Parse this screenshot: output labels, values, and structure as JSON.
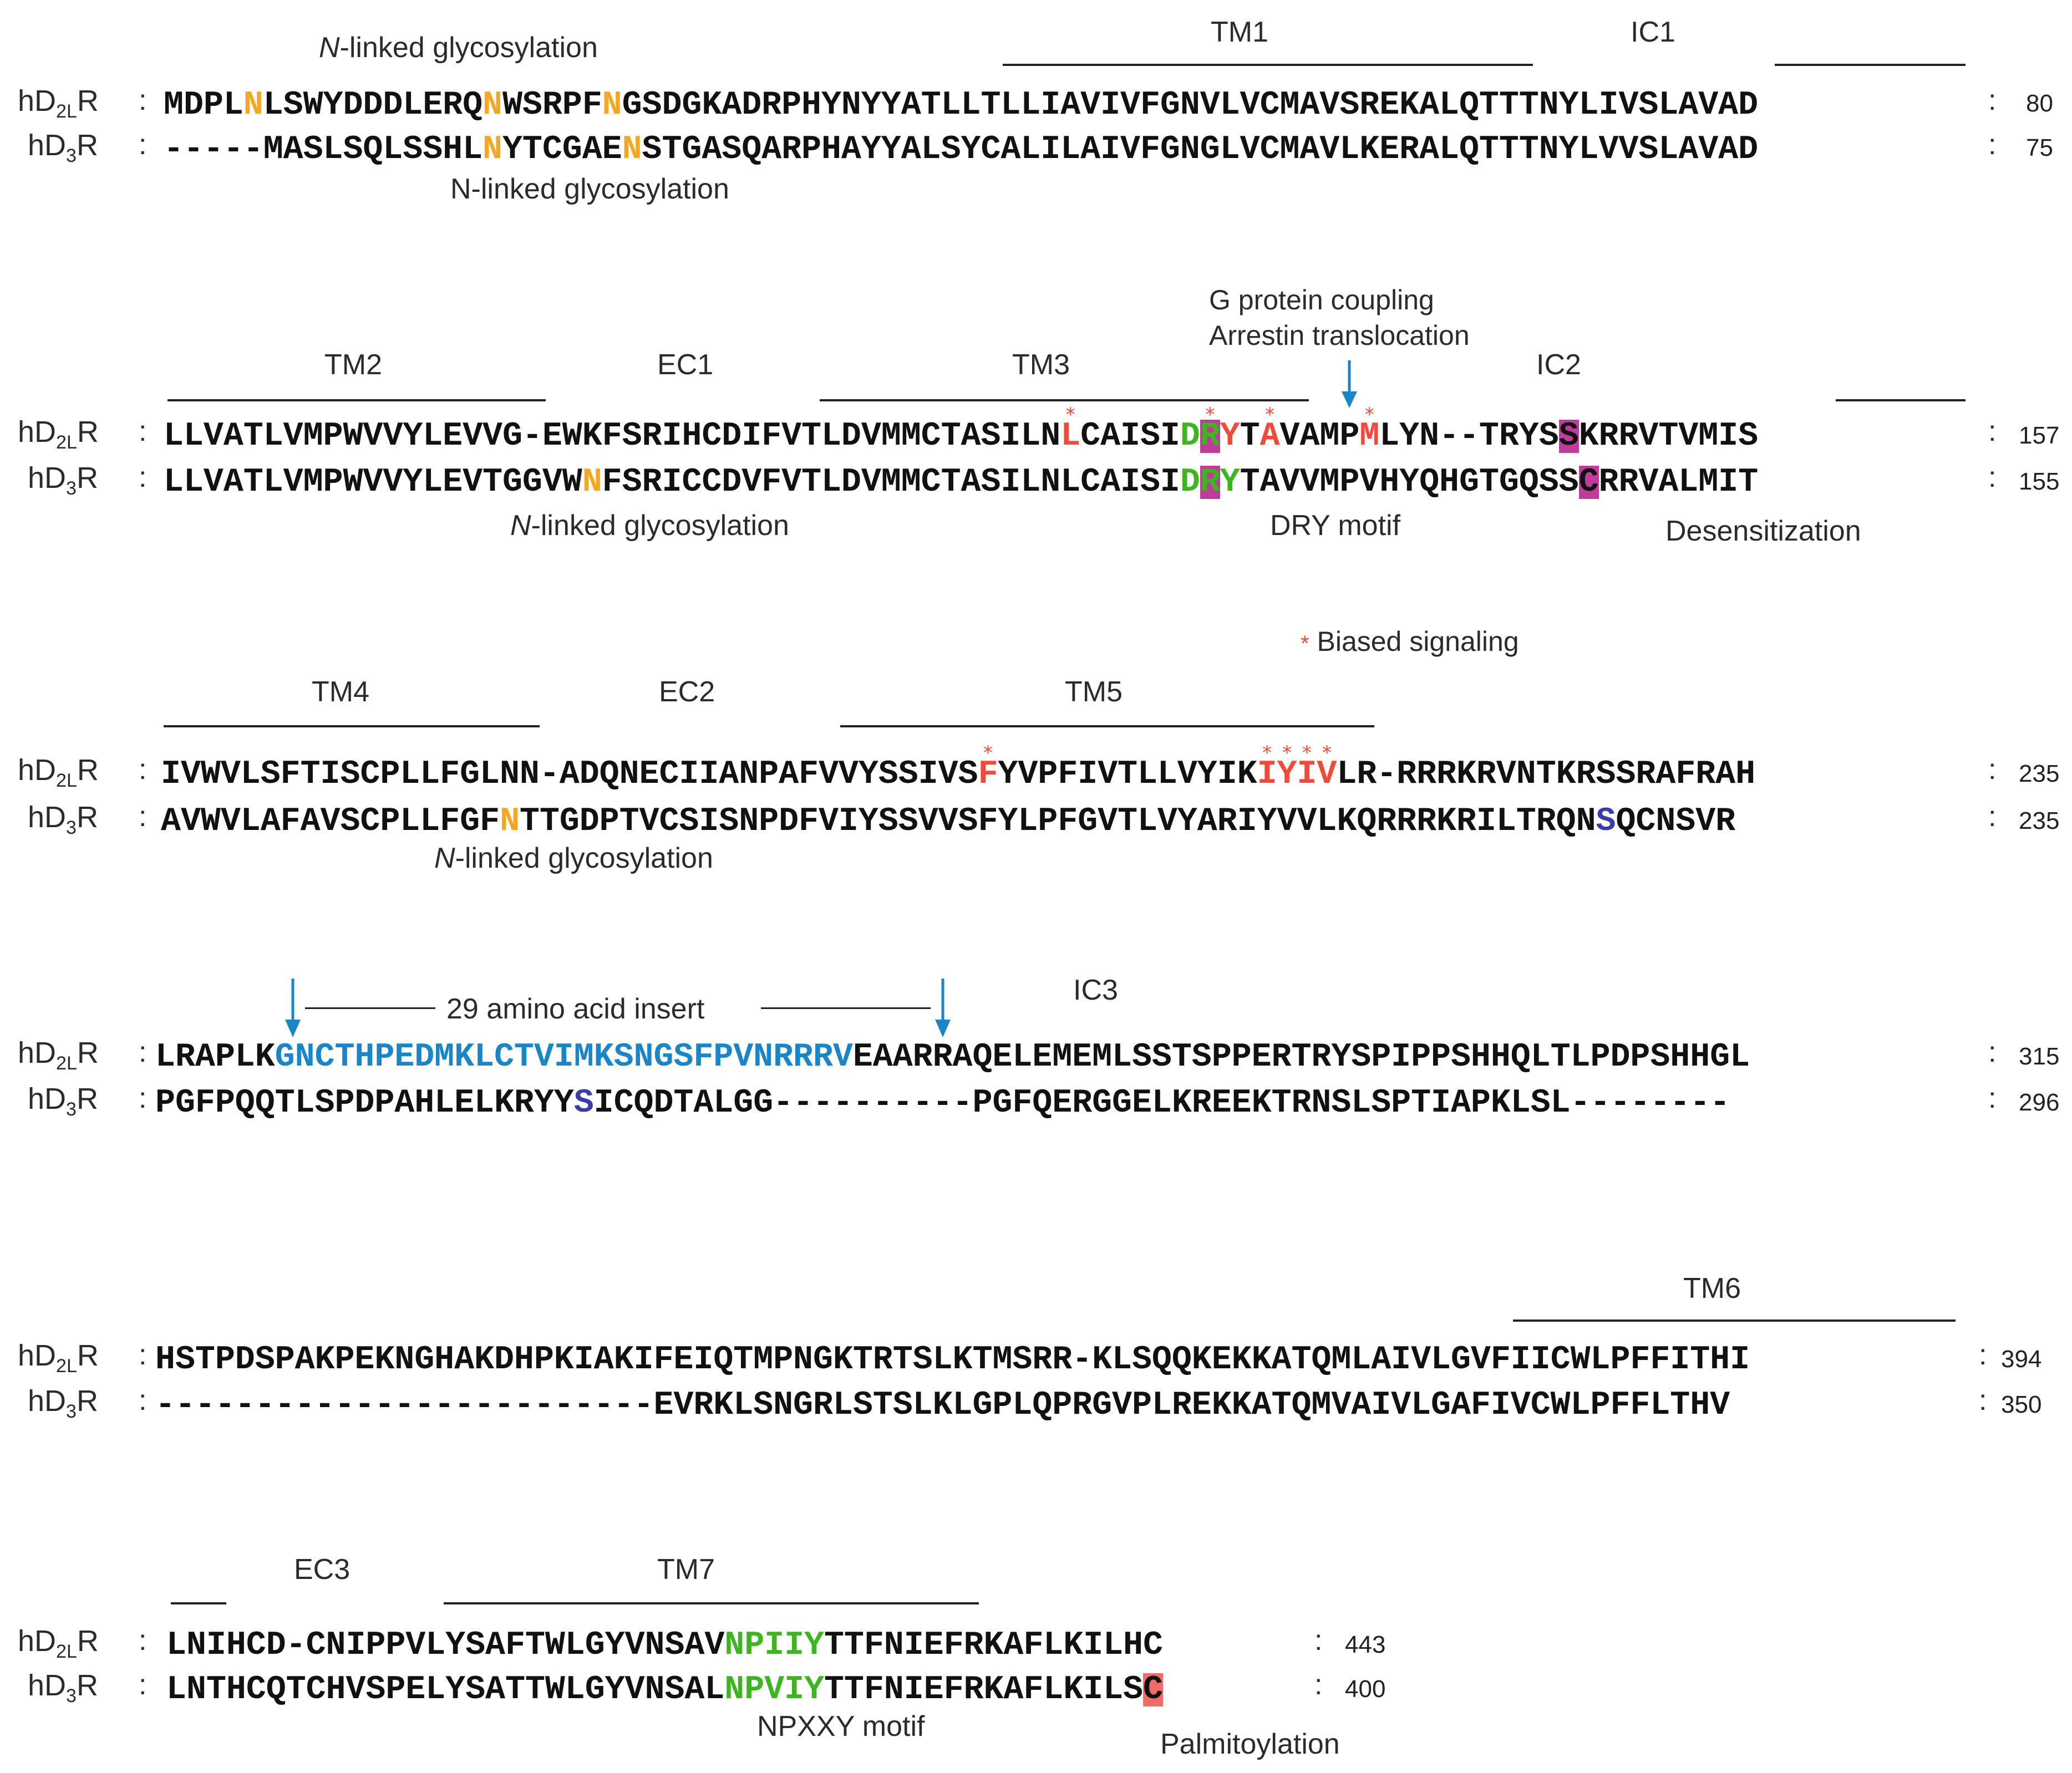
{
  "colors": {
    "text": "#111111",
    "label": "#2b2b2b",
    "glycosylation": "#f5a623",
    "biased": "#f04a3a",
    "motif": "#3cb521",
    "insert": "#1a86c7",
    "desensitization_bg": "#c03c9a",
    "palmitoylation_bg": "#f26b6b",
    "phospho": "#3a3da8",
    "arrow": "#1a86c7"
  },
  "blocks": [
    {
      "rows": [
        {
          "name_main": "hD",
          "name_sub": "2L",
          "name_end": "R",
          "sep": ":",
          "seq": "MDPLNLSWYDDDLERQNWSRPFNGSDGKADRPHYNYYATLLTLLIAVIVFGNVLVCMAVSREKALQTTTNYLIVSLAVAD",
          "end_sep": ":",
          "num": "80"
        },
        {
          "name_main": "hD",
          "name_sub": "3",
          "name_end": "R",
          "sep": ":",
          "seq": "-----MASLSQLSSHLNYTCGAENSTGASQARPHAYYALSYCALILAIVFGNGLVCMAVLKERALQTTTNYLVVSLAVAD",
          "end_sep": ":",
          "num": "75"
        }
      ],
      "labels": [
        {
          "text": "N-linked glycosylation",
          "italic_prefix": "N",
          "rest": "-linked glycosylation"
        },
        {
          "text": "TM1"
        },
        {
          "text": "IC1"
        },
        {
          "text": "N-linked glycosylation"
        }
      ]
    },
    {
      "rows": [
        {
          "name_main": "hD",
          "name_sub": "2L",
          "name_end": "R",
          "sep": ":",
          "seq": "LLVATLVMPWVVYLEVVG-EWKFSRIHCDIFVTLDVMMCTASILNLCAISIDRYTAVAMPMLYN--TRYSSKRRVTVMIS",
          "end_sep": ":",
          "num": "157"
        },
        {
          "name_main": "hD",
          "name_sub": "3",
          "name_end": "R",
          "sep": ":",
          "seq": "LLVATLVMPWVVYLEVTGGVWNFSRICCDVFVTLDVMMCTASILNLCAISIDRYTAVVMPVHYQHGTGQSSCRRVALMIT",
          "end_sep": ":",
          "num": "155"
        }
      ],
      "labels": [
        {
          "text": "TM2"
        },
        {
          "text": "EC1"
        },
        {
          "text": "TM3"
        },
        {
          "text": "G protein coupling"
        },
        {
          "text": "Arrestin translocation"
        },
        {
          "text": "IC2"
        },
        {
          "text": "N-linked glycosylation",
          "italic_prefix": "N",
          "rest": "-linked glycosylation"
        },
        {
          "text": "DRY motif"
        },
        {
          "text": "Desensitization"
        }
      ]
    },
    {
      "rows": [
        {
          "name_main": "hD",
          "name_sub": "2L",
          "name_end": "R",
          "sep": ":",
          "seq": "IVWVLSFTISCPLLFGLNN-ADQNECIIANPAFVVYSSIVSFYVPFIVTLLVYIKIYIVLR-RRRKRVNTKRSSRAFRAH",
          "end_sep": ":",
          "num": "235"
        },
        {
          "name_main": "hD",
          "name_sub": "3",
          "name_end": "R",
          "sep": ":",
          "seq": "AVWVLAFAVSCPLLFGFNTTGDPTVCSISNPDFVIYSSVVSFYLPFGVTLVYARIYVVLKQRRRKRILTRQNSQCNSVR",
          "end_sep": ":",
          "num": "235"
        }
      ],
      "labels": [
        {
          "text": "Biased signaling"
        },
        {
          "text": "TM4"
        },
        {
          "text": "EC2"
        },
        {
          "text": "TM5"
        },
        {
          "text": "N-linked glycosylation",
          "italic_prefix": "N",
          "rest": "-linked glycosylation"
        }
      ]
    },
    {
      "rows": [
        {
          "name_main": "hD",
          "name_sub": "2L",
          "name_end": "R",
          "sep": ":",
          "seq": "LRAPLKGNCTHPEDMKLCTVIMKSNGSFPVNRRRVEAARRAQELEMEMLSSTSPPERTRYSPIPPSHHQLTLPDPSHHGL",
          "end_sep": ":",
          "num": "315"
        },
        {
          "name_main": "hD",
          "name_sub": "3",
          "name_end": "R",
          "sep": ":",
          "seq": "PGFPQQTLSPDPAHLELKRYYSICQDTALGG----------PGFQERGGELKREEKTRNSLSPTIAPKLSL--------",
          "end_sep": ":",
          "num": "296"
        }
      ],
      "labels": [
        {
          "text": "29 amino acid insert"
        },
        {
          "text": "IC3"
        }
      ]
    },
    {
      "rows": [
        {
          "name_main": "hD",
          "name_sub": "2L",
          "name_end": "R",
          "sep": ":",
          "seq": "HSTPDSPAKPEKNGHAKDHPKIAKIFEIQTMPNGKTRTSLKTMSRR-KLSQQKEKKATQMLAIVLGVFIICWLPFFITHI",
          "end_sep": ":",
          "num": "394"
        },
        {
          "name_main": "hD",
          "name_sub": "3",
          "name_end": "R",
          "sep": ":",
          "seq": "-------------------------EVRKLSNGRLSTSLKLGPLQPRGVPLREKKATQMVAIVLGAFIVCWLPFFLTHV",
          "end_sep": ":",
          "num": "350"
        }
      ],
      "labels": [
        {
          "text": "TM6"
        }
      ]
    },
    {
      "rows": [
        {
          "name_main": "hD",
          "name_sub": "2L",
          "name_end": "R",
          "sep": ":",
          "seq": "LNIHCD-CNIPPVLYSAFTWLGYVNSAVNPIIYTTFNIEFRKAFLKILHC",
          "end_sep": ":",
          "num": "443"
        },
        {
          "name_main": "hD",
          "name_sub": "3",
          "name_end": "R",
          "sep": ":",
          "seq": "LNTHCQTCHVSPELYSATTWLGYVNSALNPVIYTTFNIEFRKAFLKILSC",
          "end_sep": ":",
          "num": "400"
        }
      ],
      "labels": [
        {
          "text": "EC3"
        },
        {
          "text": "TM7"
        },
        {
          "text": "NPXXY motif"
        },
        {
          "text": "Palmitoylation"
        }
      ]
    }
  ]
}
